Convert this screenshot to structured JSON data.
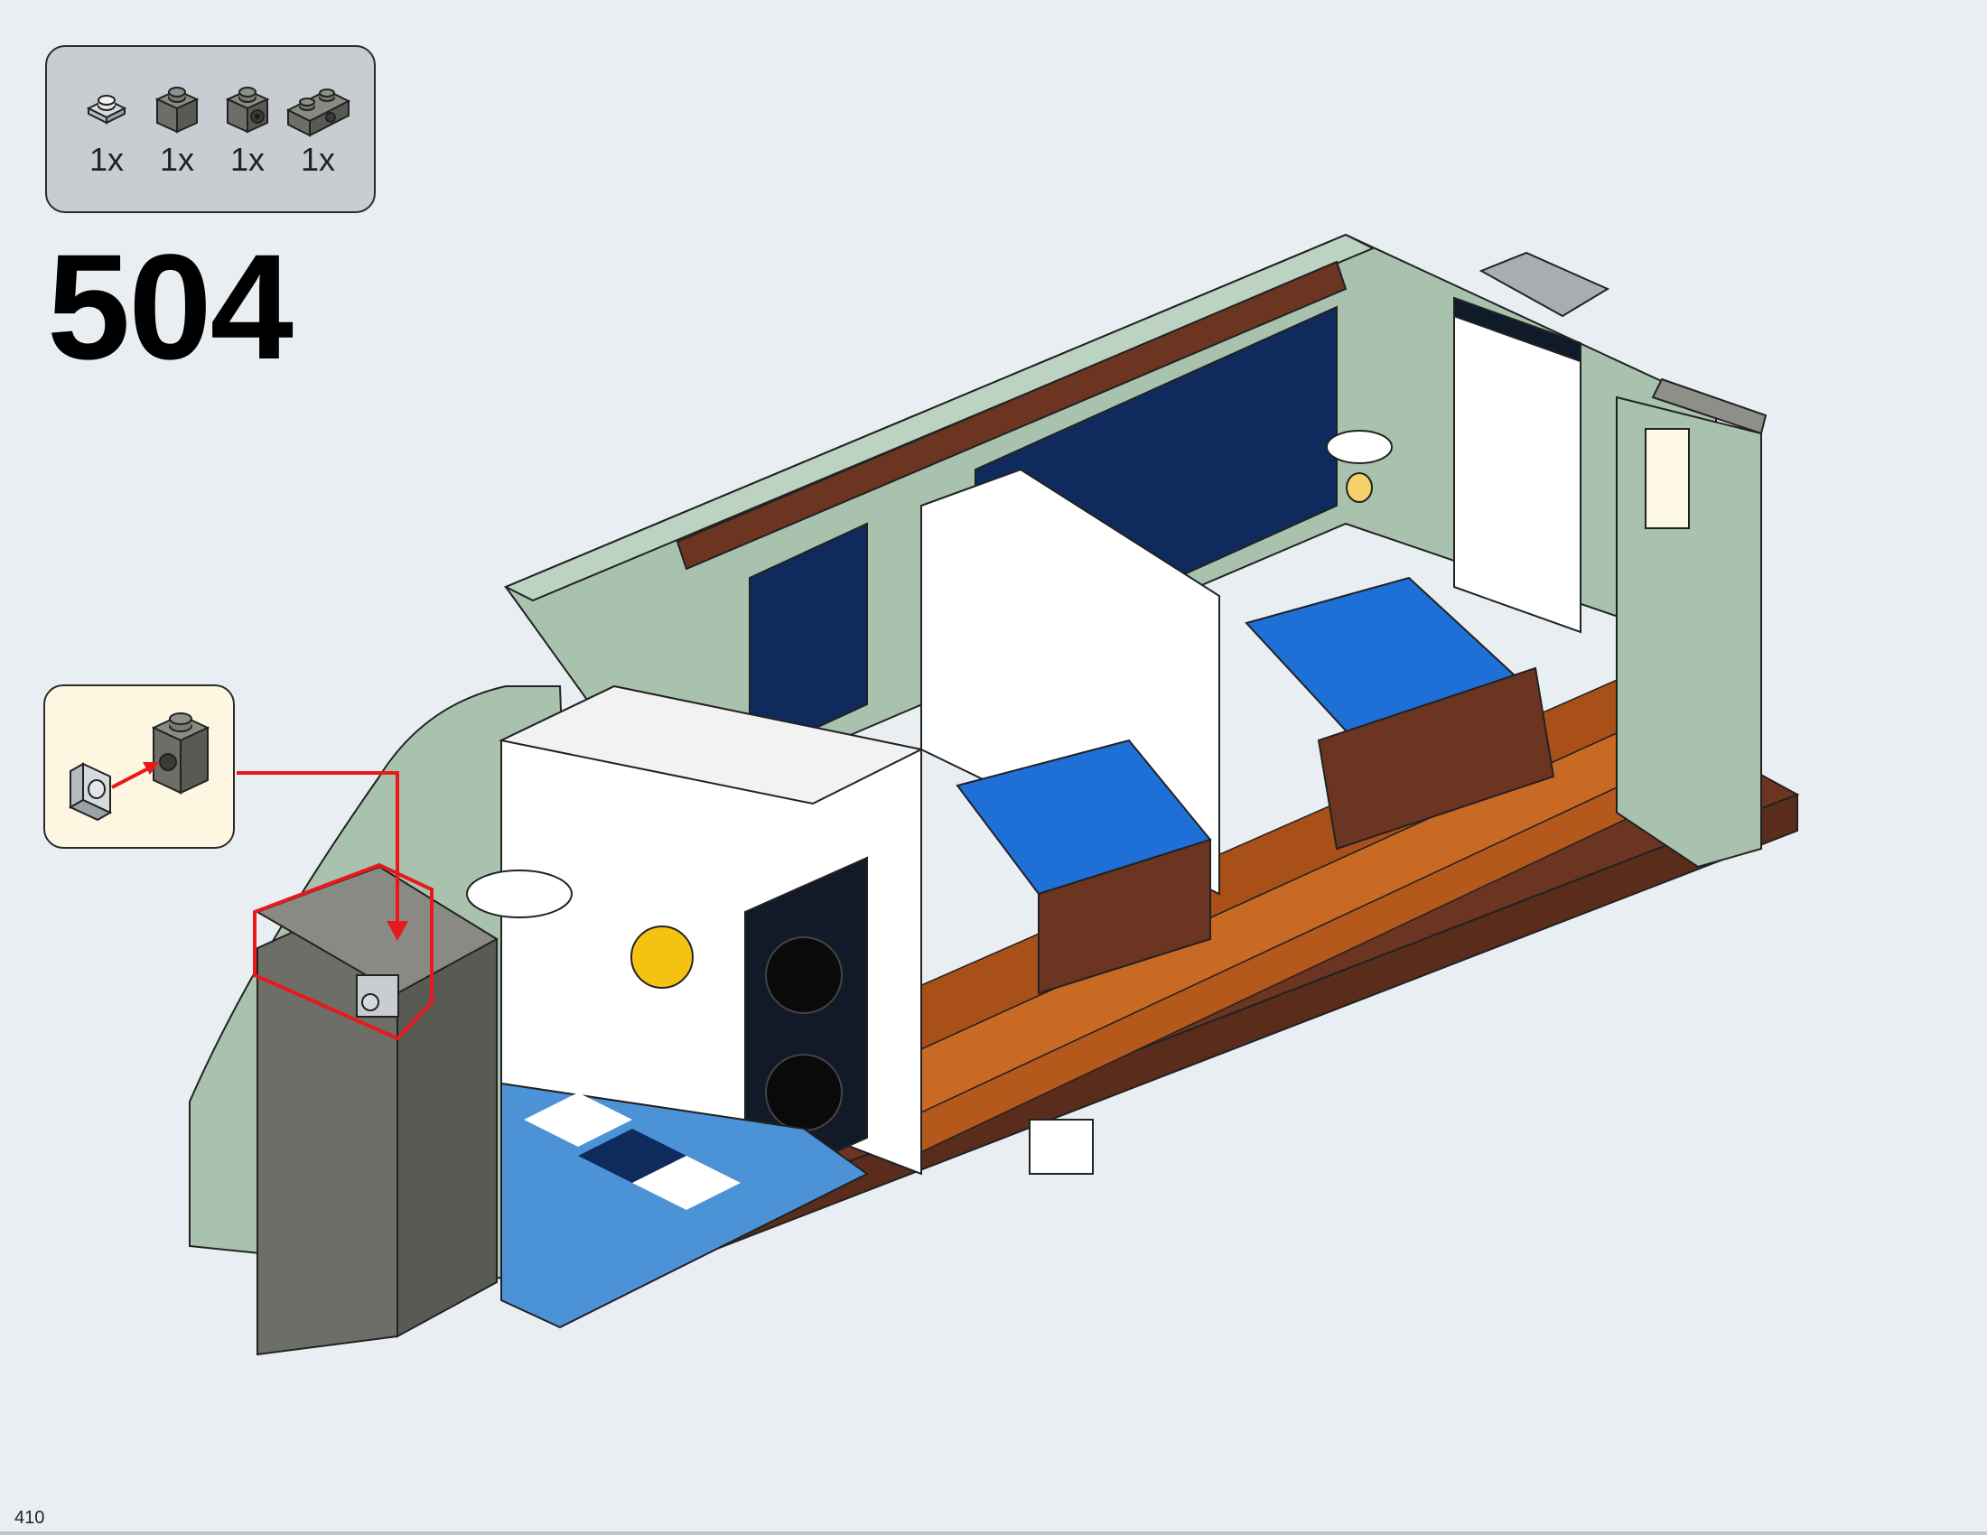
{
  "step": {
    "number": "504"
  },
  "parts_list": {
    "items": [
      {
        "quantity": "1x",
        "part": "light-bluish-gray-plate-1x1-icon"
      },
      {
        "quantity": "1x",
        "part": "dark-gray-brick-1x1-icon"
      },
      {
        "quantity": "1x",
        "part": "dark-gray-brick-1x1-with-stud-icon"
      },
      {
        "quantity": "1x",
        "part": "dark-gray-brick-1x2-with-studs-icon"
      }
    ]
  },
  "callout": {
    "description": "sub-assembly-plate-onto-brick"
  },
  "page": {
    "number": "410"
  },
  "colors": {
    "background": "#e9eef2",
    "parts_box": "#c8cdd1",
    "callout_box": "#fdf6e0",
    "highlight": "#e8191c",
    "sand_green": "#a8c2ae",
    "dark_gray": "#6e6e68",
    "reddish_brown": "#6b3522",
    "dark_orange": "#b5581c",
    "blue": "#1e6fd6",
    "dark_blue": "#0f2a5c",
    "white": "#ffffff"
  }
}
